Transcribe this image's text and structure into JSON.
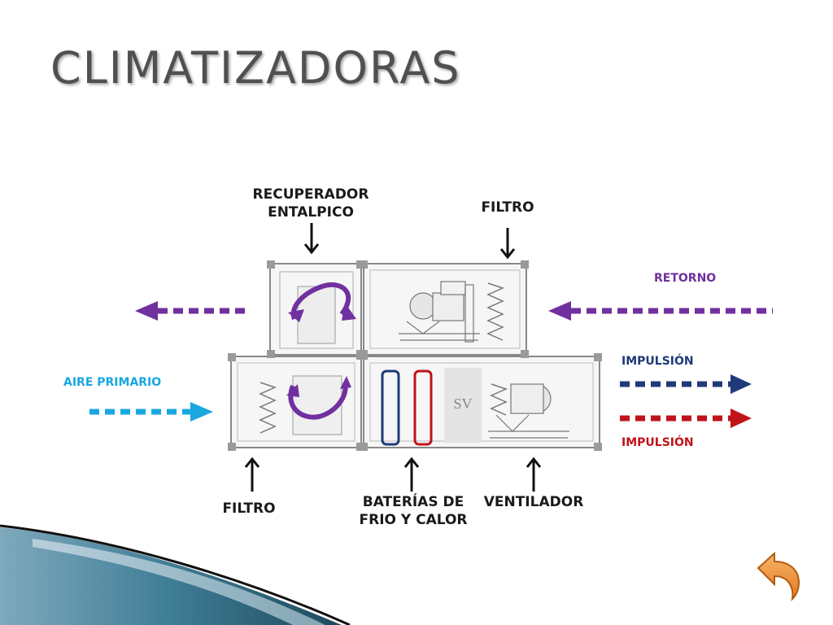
{
  "slide": {
    "title": "CLIMATIZADORAS"
  },
  "labels": {
    "recuperador": "RECUPERADOR\nENTALPICO",
    "filtro_top": "FILTRO",
    "filtro_bottom": "FILTRO",
    "baterias": "BATERÍAS DE\nFRIO Y CALOR",
    "ventilador": "VENTILADOR",
    "retorno": "RETORNO",
    "impulsion_top": "IMPULSIÓN",
    "impulsion_bottom": "IMPULSIÓN",
    "aire_primario": "AIRE PRIMARIO",
    "unit_marking": "SV"
  },
  "colors": {
    "purple": "#7030a0",
    "navy": "#1f3a7a",
    "red": "#c0131a",
    "cyan": "#1aa7e0",
    "retorno_text": "#7030a0",
    "impulsion_top_text": "#1f3a7a",
    "impulsion_bottom_text": "#c0131a",
    "aire_text": "#1aa7e0"
  },
  "icons": {
    "back": "undo-arrow-icon"
  }
}
